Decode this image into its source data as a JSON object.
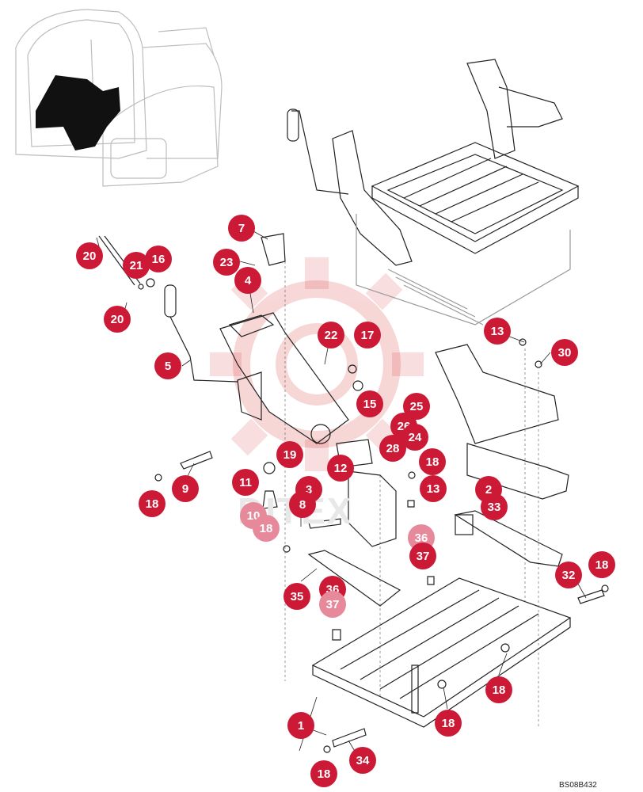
{
  "diagram": {
    "reference_code": "BS08B432",
    "watermark_text": "DITEX",
    "callouts": [
      {
        "label": "20"
      },
      {
        "label": "21"
      },
      {
        "label": "16"
      },
      {
        "label": "20"
      },
      {
        "label": "7"
      },
      {
        "label": "23"
      },
      {
        "label": "4"
      },
      {
        "label": "5"
      },
      {
        "label": "22"
      },
      {
        "label": "17"
      },
      {
        "label": "13"
      },
      {
        "label": "30"
      },
      {
        "label": "15"
      },
      {
        "label": "25"
      },
      {
        "label": "26"
      },
      {
        "label": "24"
      },
      {
        "label": "19"
      },
      {
        "label": "28"
      },
      {
        "label": "12"
      },
      {
        "label": "18"
      },
      {
        "label": "13"
      },
      {
        "label": "3"
      },
      {
        "label": "2"
      },
      {
        "label": "33"
      },
      {
        "label": "8"
      },
      {
        "label": "11"
      },
      {
        "label": "18"
      },
      {
        "label": "9"
      },
      {
        "label": "10"
      },
      {
        "label": "18"
      },
      {
        "label": "36"
      },
      {
        "label": "37"
      },
      {
        "label": "35"
      },
      {
        "label": "36"
      },
      {
        "label": "37"
      },
      {
        "label": "32"
      },
      {
        "label": "18"
      },
      {
        "label": "18"
      },
      {
        "label": "1"
      },
      {
        "label": "18"
      },
      {
        "label": "18"
      },
      {
        "label": "34"
      }
    ]
  }
}
